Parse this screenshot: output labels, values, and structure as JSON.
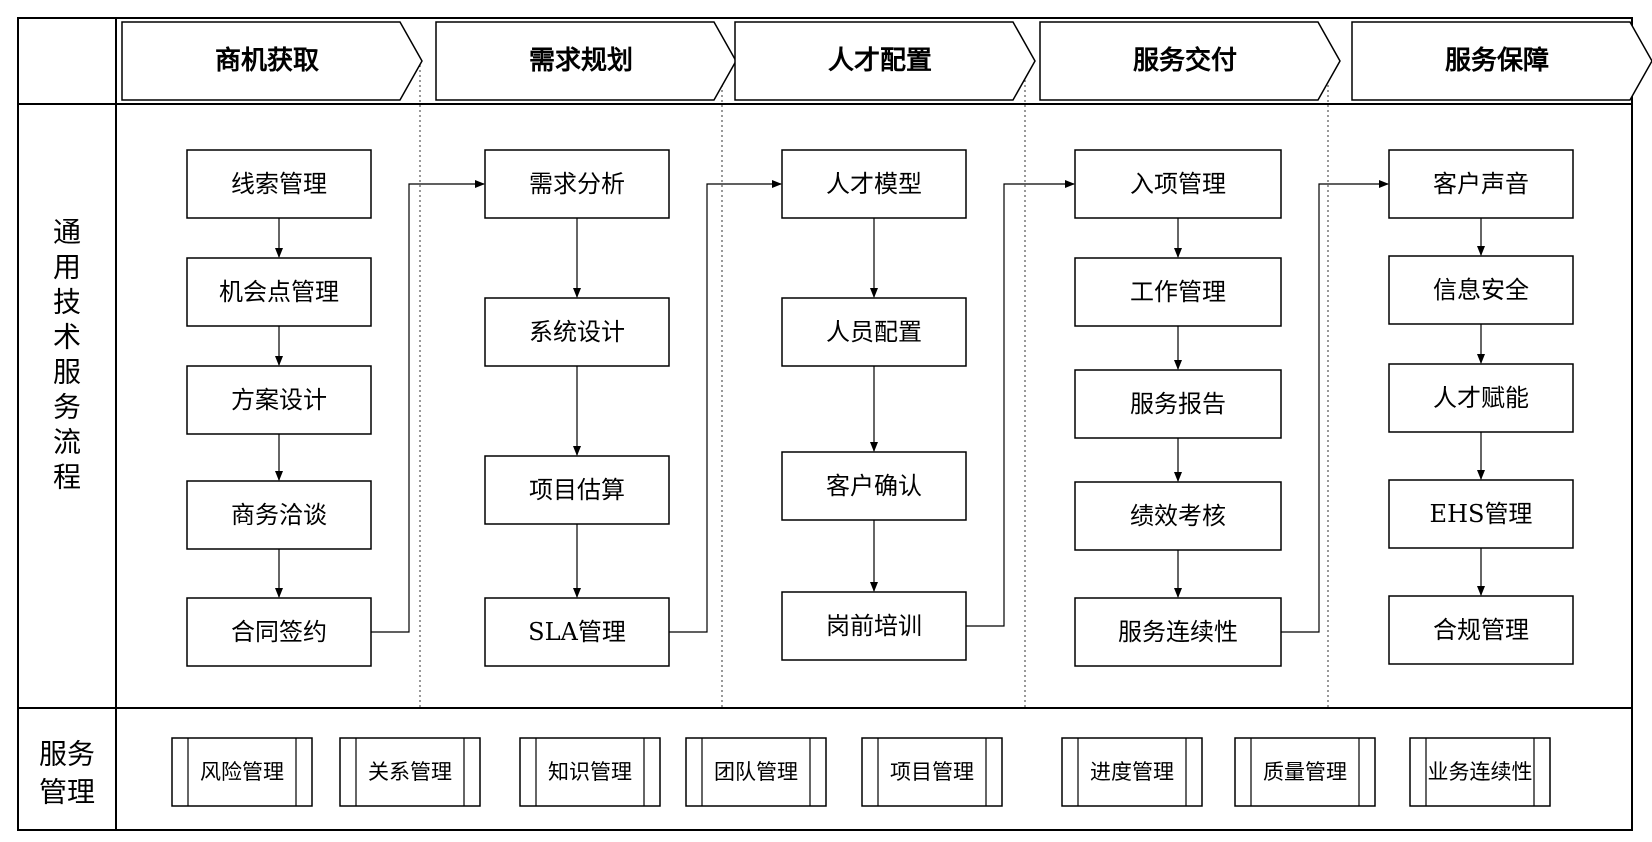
{
  "stages": [
    "商机获取",
    "需求规划",
    "人才配置",
    "服务交付",
    "服务保障"
  ],
  "row_labels": {
    "process": [
      "通",
      "用",
      "技",
      "术",
      "服",
      "务",
      "流",
      "程"
    ],
    "management": [
      "服务",
      "管理"
    ]
  },
  "columns": [
    [
      "线索管理",
      "机会点管理",
      "方案设计",
      "商务洽谈",
      "合同签约"
    ],
    [
      "需求分析",
      "系统设计",
      "项目估算",
      "SLA管理"
    ],
    [
      "人才模型",
      "人员配置",
      "客户确认",
      "岗前培训"
    ],
    [
      "入项管理",
      "工作管理",
      "服务报告",
      "绩效考核",
      "服务连续性"
    ],
    [
      "客户声音",
      "信息安全",
      "人才赋能",
      "EHS管理",
      "合规管理"
    ]
  ],
  "services": [
    "风险管理",
    "关系管理",
    "知识管理",
    "团队管理",
    "项目管理",
    "进度管理",
    "质量管理",
    "业务连续性"
  ]
}
